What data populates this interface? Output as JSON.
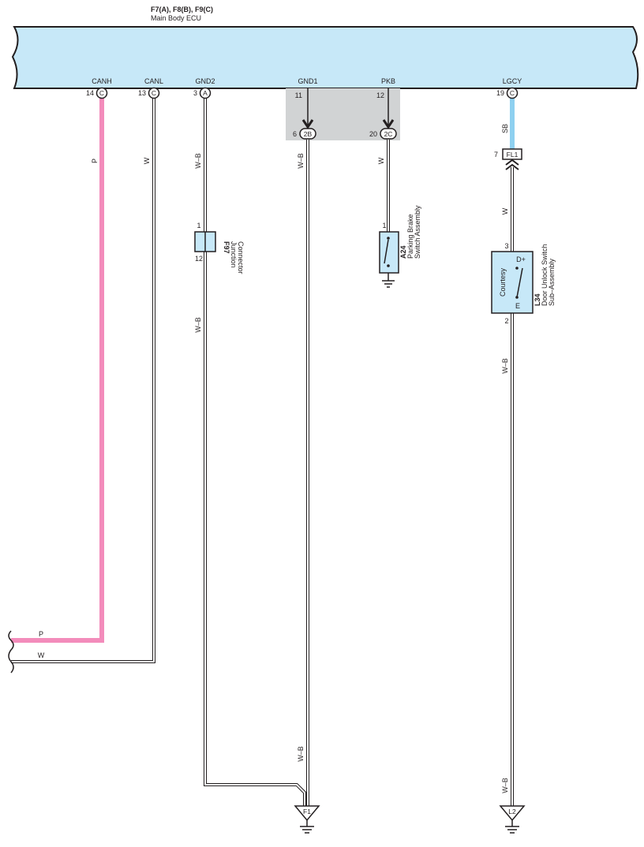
{
  "ecu": {
    "code": "F7(A), F8(B), F9(C)",
    "name": "Main Body ECU",
    "fill": "#c7e8f8",
    "terminals": {
      "canh": "CANH",
      "canl": "CANL",
      "gnd2": "GND2",
      "gnd1": "GND1",
      "pkb": "PKB",
      "lgcy": "LGCY"
    }
  },
  "pins": {
    "canh": "14",
    "canl": "13",
    "gnd2": "3",
    "gnd1": "11",
    "pkb": "12",
    "lgcy": "19",
    "gnd1_lower": "6",
    "pkb_lower": "20",
    "fl1": "7",
    "f97_top": "1",
    "f97_bottom": "12",
    "a24": "1",
    "l34_top": "3",
    "l34_bottom": "2"
  },
  "connectors": {
    "c": "C",
    "a": "A",
    "b2": "2B",
    "c2": "2C",
    "fl1": "FL1"
  },
  "wires": {
    "p": "P",
    "w": "W",
    "wb": "W–B",
    "sb": "SB",
    "pink": "#f38cbb",
    "skyblue": "#8ed0f0"
  },
  "components": {
    "f97": {
      "code": "F97",
      "line1": "Junction",
      "line2": "Connector"
    },
    "a24": {
      "code": "A24",
      "line1": "Parking Brake",
      "line2": "Switch Assembly"
    },
    "l34": {
      "code": "L34",
      "line1": "Door Unlock Switch",
      "line2": "Sub–Assembly",
      "inner": "Courtesy",
      "dplus": "D+",
      "e": "E"
    }
  },
  "grounds": {
    "f1": "F1",
    "l2": "L2"
  }
}
